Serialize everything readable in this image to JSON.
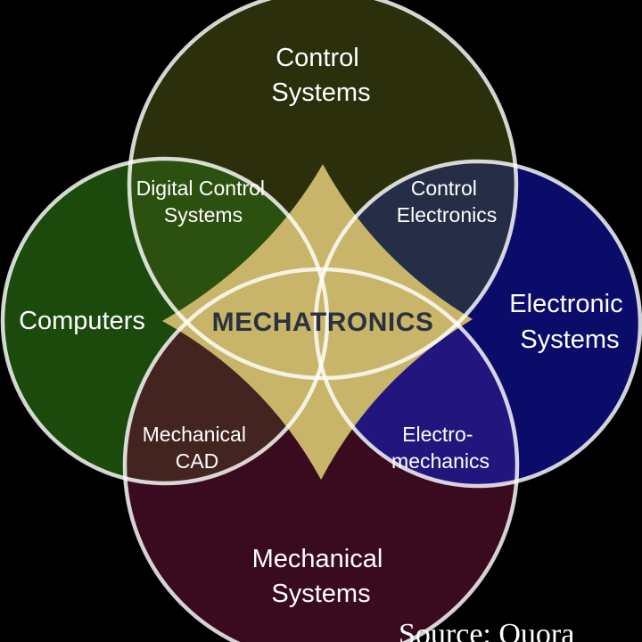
{
  "colors": {
    "background": "#000000",
    "control_systems": "#2b2f0c",
    "computers": "#1c4a0c",
    "electronic_systems": "#0b0b6a",
    "mechanical_systems": "#3a0a1e",
    "digital_control_systems": "#2c5010",
    "control_electronics": "#252e46",
    "mechanical_cad": "#432421",
    "electro_mechanics": "#22167e",
    "mechatronics": "#c8b56a",
    "ring": "#ffffff",
    "center_text": "#2c3140"
  },
  "labels": {
    "control_systems": [
      "Control",
      "Systems"
    ],
    "computers": [
      "Computers"
    ],
    "electronic_systems": [
      "Electronic",
      "Systems"
    ],
    "mechanical_systems": [
      "Mechanical",
      "Systems"
    ],
    "digital_control_systems": [
      "Digital Control",
      "Systems"
    ],
    "control_electronics": [
      "Control",
      "Electronics"
    ],
    "mechanical_cad": [
      "Mechanical",
      "CAD"
    ],
    "electro_mechanics": [
      "Electro-",
      "mechanics"
    ],
    "mechatronics": "MECHATRONICS"
  },
  "source": "Source: Quora"
}
